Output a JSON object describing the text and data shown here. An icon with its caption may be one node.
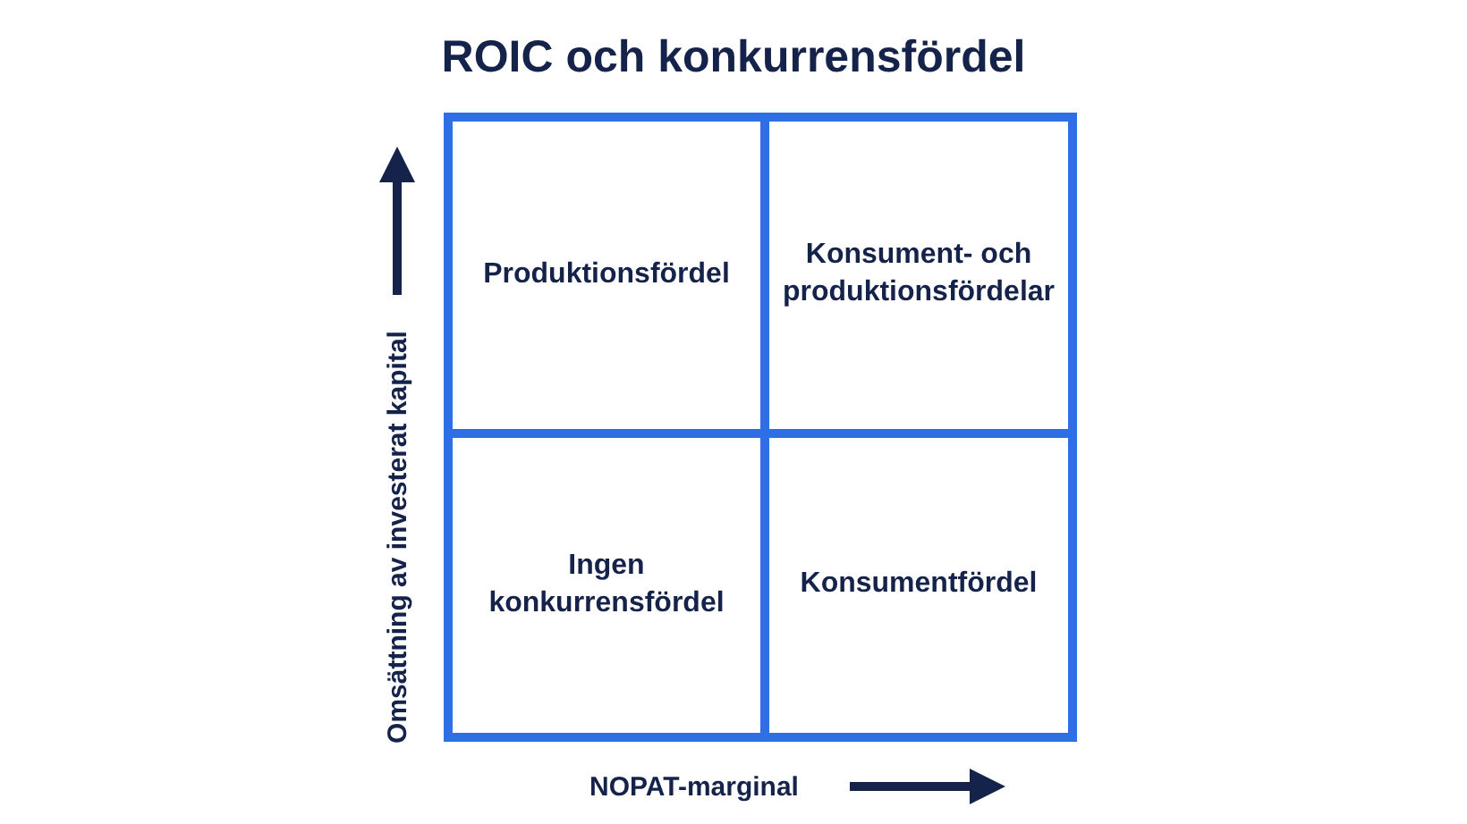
{
  "diagram": {
    "title": "ROIC och konkurrensfördel",
    "nodes": [
      {
        "text": [
          "Produktionsfördel"
        ]
      },
      {
        "text": [
          "Konsument- och produktionsfördelar"
        ]
      },
      {
        "text": [
          "Ingen konkurrensfördel"
        ]
      },
      {
        "text": [
          "Konsumentfördel"
        ]
      }
    ],
    "labels": [
      "Omsättning av investerat kapital",
      "NOPAT-marginal"
    ]
  }
}
